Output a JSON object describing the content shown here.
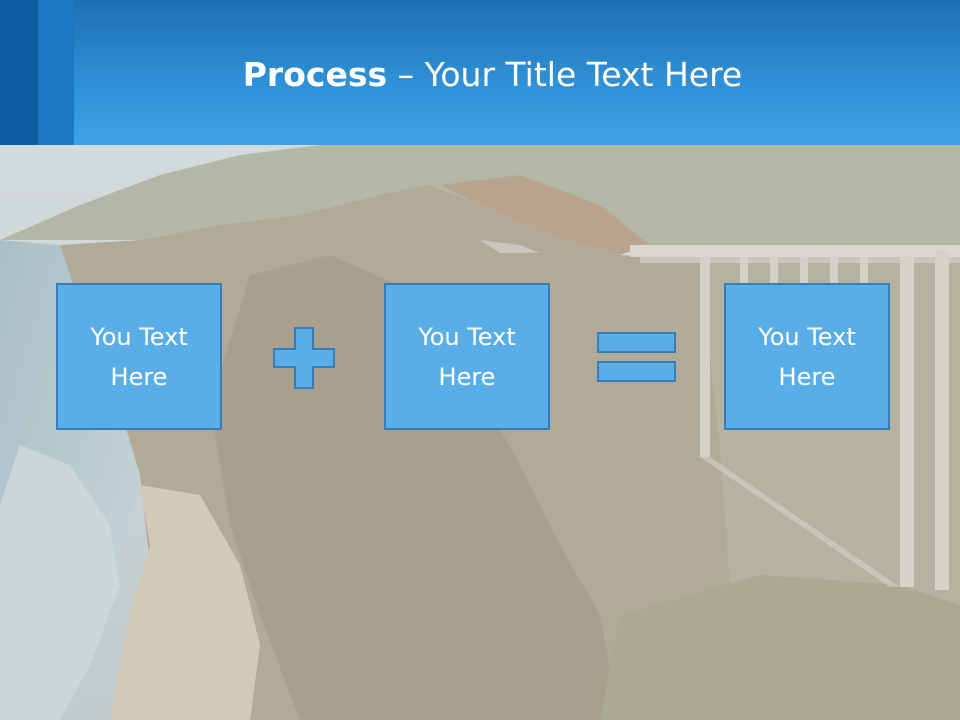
{
  "slide": {
    "title_bold": "Process",
    "title_rest": " – Your Title Text Here"
  },
  "boxes": [
    {
      "text": "You Text Here"
    },
    {
      "text": "You Text Here"
    },
    {
      "text": "You Text Here"
    }
  ],
  "operators": {
    "first": "plus-icon",
    "second": "equals-icon"
  },
  "colors": {
    "header": "#2f8fd6",
    "box_fill": "#5aaee8",
    "box_border": "#3a7cb4",
    "text": "#ffffff"
  }
}
